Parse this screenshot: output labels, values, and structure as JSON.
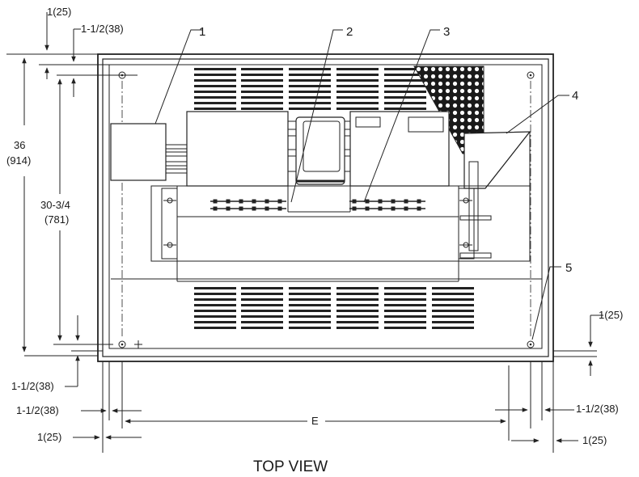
{
  "labels": {
    "top_margin": "1(25)",
    "top_inset": "1-1/2(38)",
    "height_in": "36",
    "height_mm": "(914)",
    "inner_height_in": "30-3/4",
    "inner_height_mm": "(781)",
    "bottom_inset": "1-1/2(38)",
    "left_inset": "1-1/2(38)",
    "left_margin": "1(25)",
    "width_label": "E",
    "right_margin": "1(25)",
    "right_inset": "1-1/2(38)",
    "right_bottom_margin": "1(25)",
    "caption": "TOP VIEW"
  },
  "callouts": [
    "1",
    "2",
    "3",
    "4",
    "5"
  ],
  "colors": {
    "line": "#222222",
    "background": "#ffffff",
    "mesh": "#1a1a1a"
  }
}
